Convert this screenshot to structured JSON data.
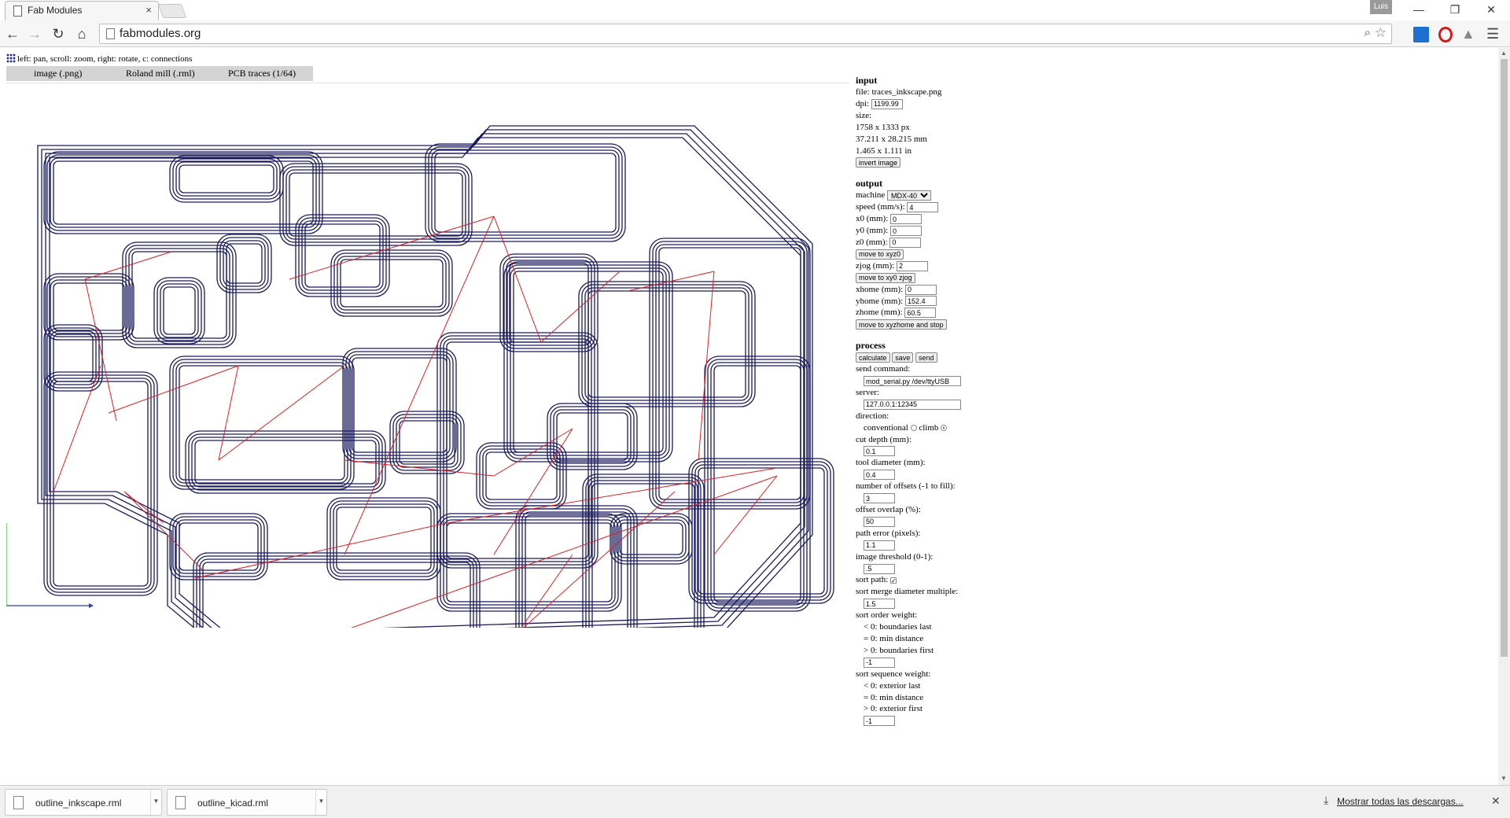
{
  "browser": {
    "tab_title": "Fab Modules",
    "tab_close": "×",
    "user_badge": "Luis",
    "url": "fabmodules.org",
    "window_controls": {
      "minimize": "—",
      "restore": "❐",
      "close": "✕"
    }
  },
  "page": {
    "hint": "left: pan, scroll: zoom, right: rotate, c: connections",
    "modules": [
      "image (.png)",
      "Roland mill (.rml)",
      "PCB traces (1/64)"
    ],
    "panel": {
      "input": {
        "heading": "input",
        "file": "file: traces_inkscape.png",
        "dpi_label": "dpi:",
        "dpi_value": "1199.99",
        "size_label": "size:",
        "size_px": "1758 x 1333 px",
        "size_mm": "37.211 x 28.215 mm",
        "size_in": "1.465 x 1.111 in",
        "invert_button": "invert image"
      },
      "output": {
        "heading": "output",
        "machine_label": "machine",
        "machine_value": "MDX-40",
        "speed_label": "speed (mm/s):",
        "speed_value": "4",
        "x0_label": "x0 (mm):",
        "x0_value": "0",
        "y0_label": "y0 (mm):",
        "y0_value": "0",
        "z0_label": "z0 (mm):",
        "z0_value": "0",
        "move_xyz0": "move to xyz0",
        "zjog_label": "zjog (mm):",
        "zjog_value": "2",
        "move_xy0_zjog": "move to xy0 zjog",
        "xhome_label": "xhome (mm):",
        "xhome_value": "0",
        "yhome_label": "yhome (mm):",
        "yhome_value": "152.4",
        "zhome_label": "zhome (mm):",
        "zhome_value": "60.5",
        "move_home": "move to xyzhome and stop"
      },
      "process": {
        "heading": "process",
        "calculate": "calculate",
        "save": "save",
        "send": "send",
        "send_command_label": "send command:",
        "send_command_value": "mod_serial.py /dev/ttyUSB",
        "server_label": "server:",
        "server_value": "127.0.0.1:12345",
        "direction_label": "direction:",
        "conventional": "conventional",
        "climb": "climb",
        "cut_depth_label": "cut depth (mm):",
        "cut_depth_value": "0.1",
        "tool_diameter_label": "tool diameter (mm):",
        "tool_diameter_value": "0.4",
        "offsets_label": "number of offsets (-1 to fill):",
        "offsets_value": "3",
        "overlap_label": "offset overlap (%):",
        "overlap_value": "50",
        "path_error_label": "path error (pixels):",
        "path_error_value": "1.1",
        "threshold_label": "image threshold (0-1):",
        "threshold_value": ".5",
        "sort_path_label": "sort path:",
        "sort_merge_label": "sort merge diameter multiple:",
        "sort_merge_value": "1.5",
        "order_weight_label": "sort order weight:",
        "order_lt": "< 0: boundaries last",
        "order_eq": "= 0: min distance",
        "order_gt": "> 0: boundaries first",
        "order_value": "-1",
        "sequence_weight_label": "sort sequence weight:",
        "seq_lt": "< 0: exterior last",
        "seq_eq": "= 0: min distance",
        "seq_gt": "> 0: exterior first",
        "sequence_value": "-1"
      }
    }
  },
  "downloads": {
    "items": [
      "outline_inkscape.rml",
      "outline_kicad.rml"
    ],
    "show_all": "Mostrar todas las descargas...",
    "close": "✕"
  },
  "colors": {
    "toolpath": "#1a1a5e",
    "connection": "#e02020",
    "axis_x": "#2a3db5",
    "axis_y": "#2bb52b"
  }
}
